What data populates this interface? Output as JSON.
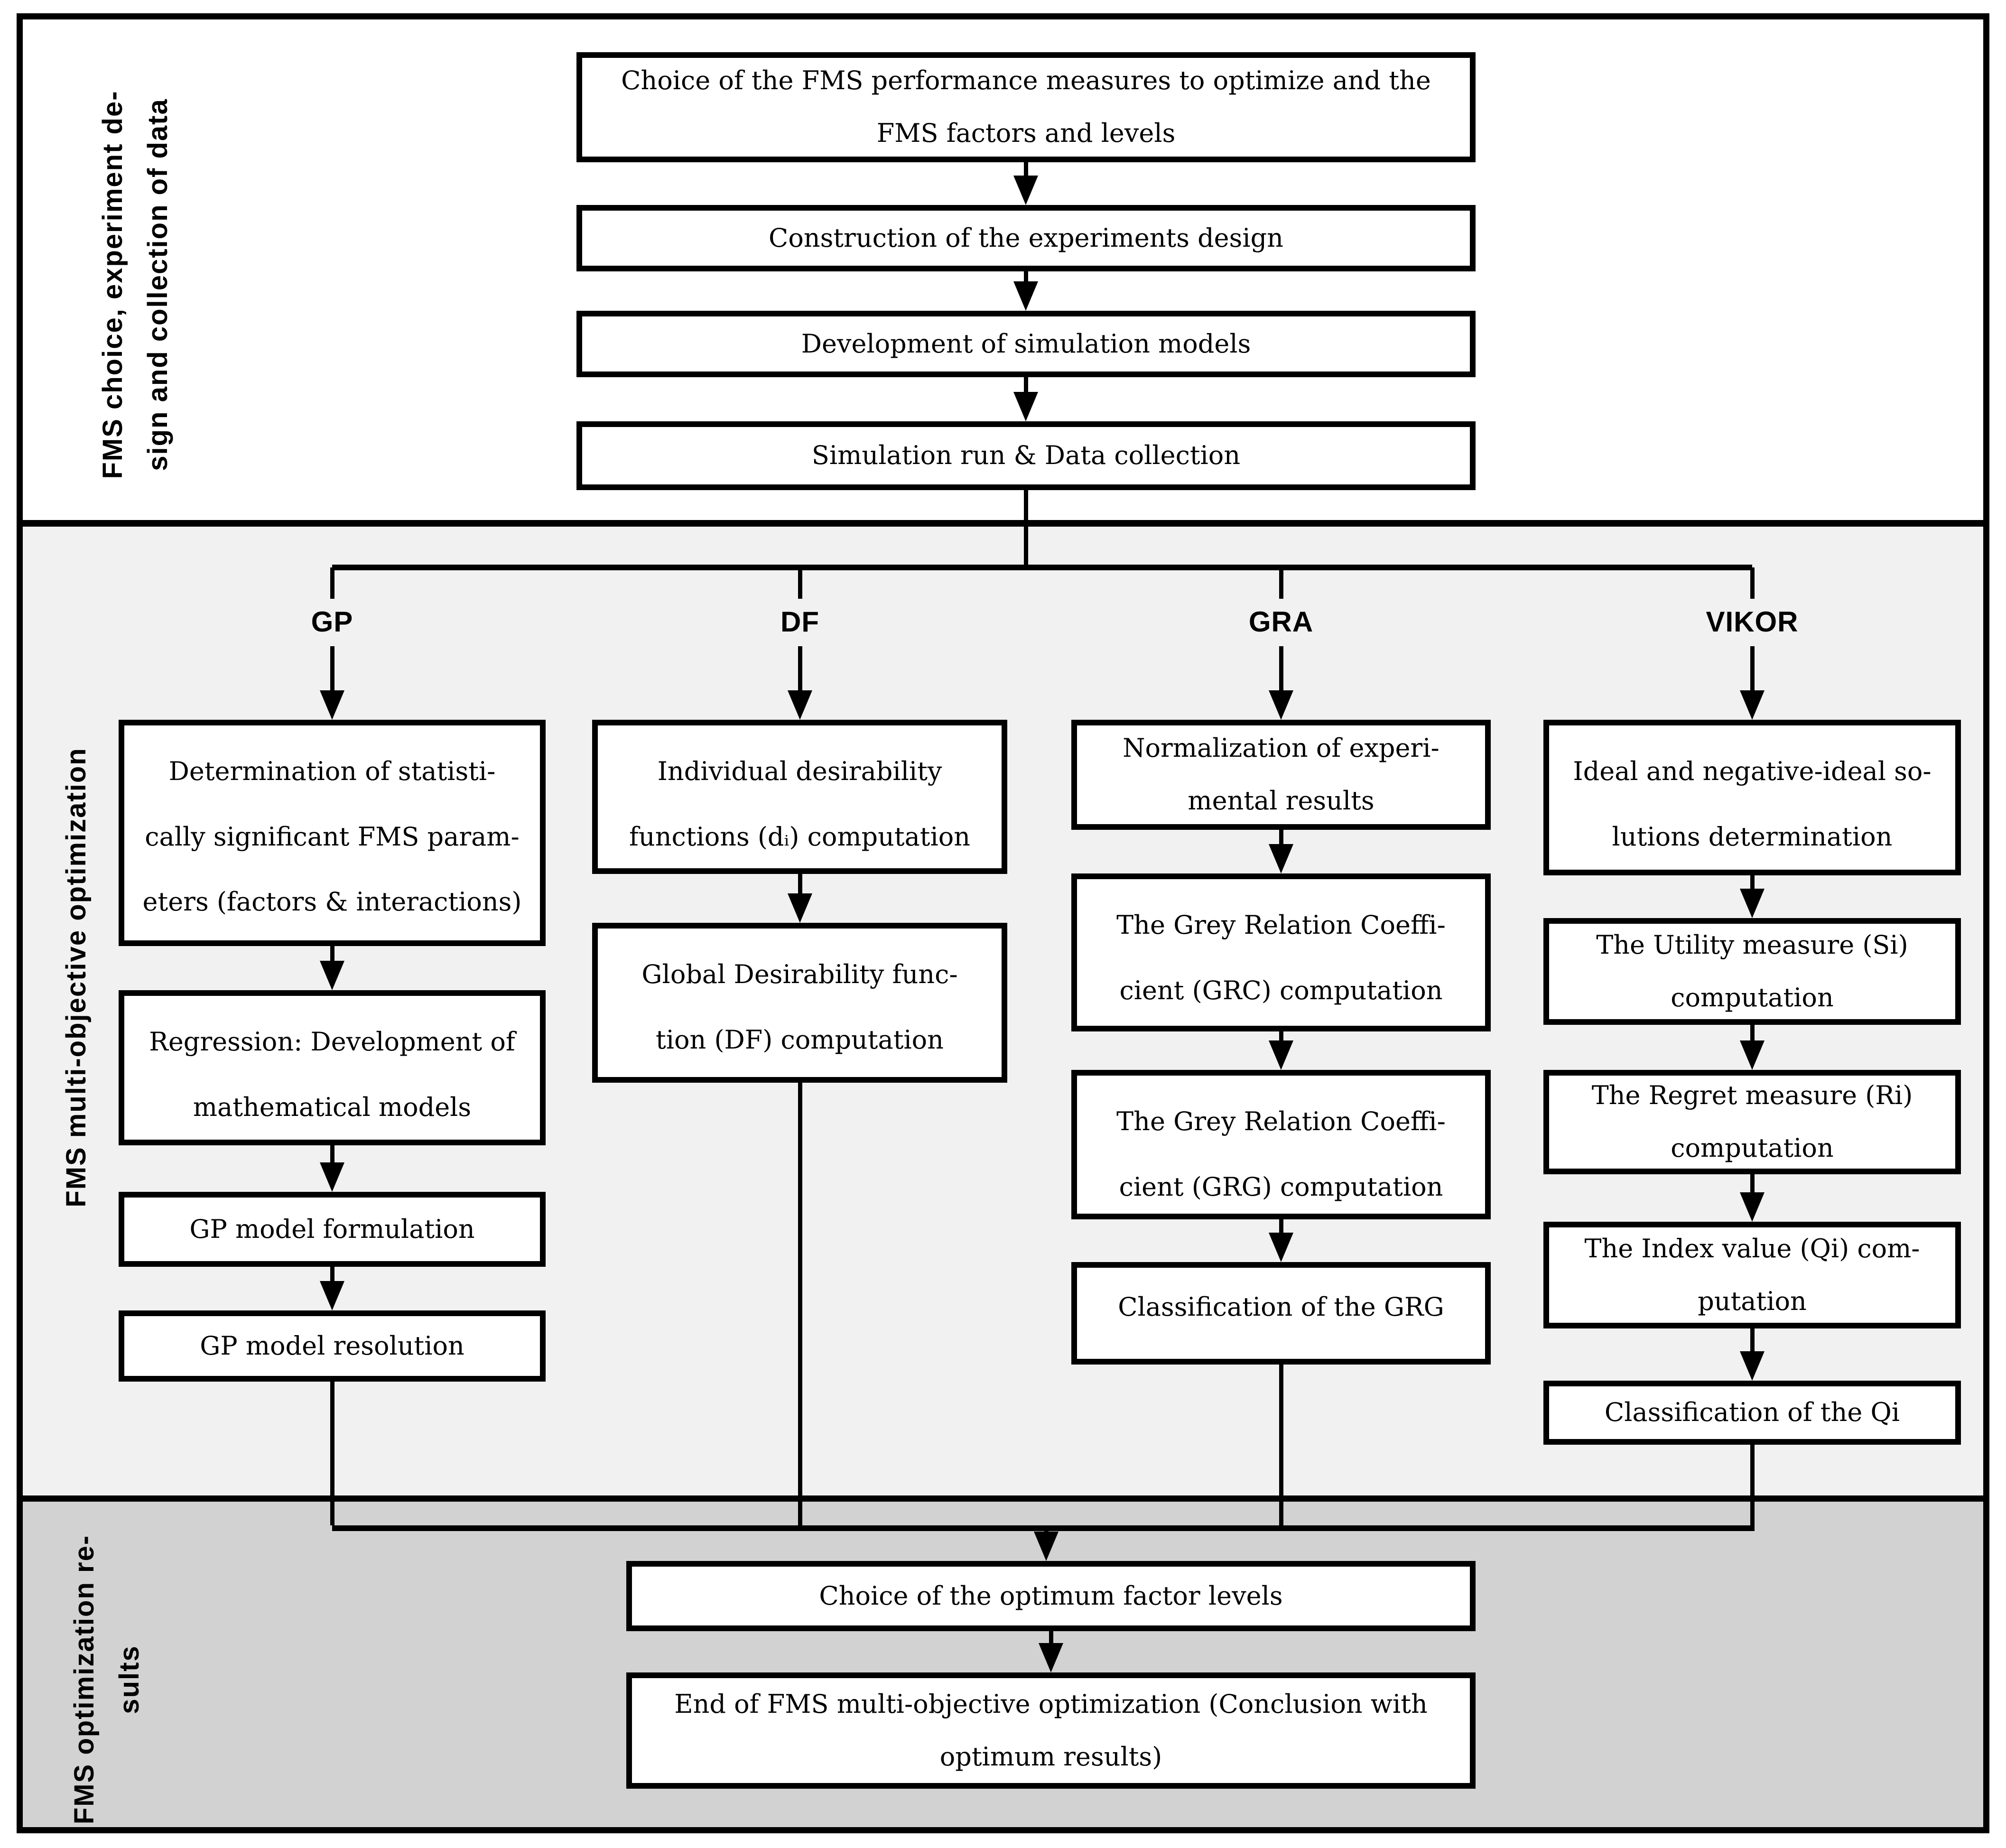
{
  "colors": {
    "band1_bg": "#ffffff",
    "band2_bg": "#f1f1f1",
    "band3_bg": "#d2d2d2",
    "box_bg": "#ffffff",
    "box_border": "#000000",
    "line": "#000000",
    "text": "#000000"
  },
  "sections": {
    "data_collection": {
      "label_lines": [
        "FMS choice, experiment de-",
        "sign and collection of data"
      ]
    },
    "optimization": {
      "label_lines": [
        "FMS multi-objective optimization"
      ]
    },
    "results": {
      "label_lines": [
        "FMS optimization re-",
        "sults"
      ]
    }
  },
  "top_flow": {
    "boxes": [
      {
        "lines": [
          "Choice of the FMS performance measures to optimize and the",
          "FMS factors and levels"
        ]
      },
      {
        "lines": [
          "Construction of the experiments design"
        ]
      },
      {
        "lines": [
          "Development of simulation models"
        ]
      },
      {
        "lines": [
          "Simulation run & Data collection"
        ]
      }
    ]
  },
  "methods": [
    {
      "header": "GP",
      "boxes": [
        {
          "lines": [
            "Determination of statisti-",
            "cally significant FMS param-",
            "eters (factors & interactions)"
          ]
        },
        {
          "lines": [
            "Regression: Development of",
            "mathematical models"
          ]
        },
        {
          "lines": [
            "GP model formulation"
          ]
        },
        {
          "lines": [
            "GP model resolution"
          ]
        }
      ]
    },
    {
      "header": "DF",
      "boxes": [
        {
          "lines": [
            "Individual desirability",
            "functions (dᵢ) computation"
          ]
        },
        {
          "lines": [
            "Global Desirability func-",
            "tion (DF) computation"
          ]
        }
      ]
    },
    {
      "header": "GRA",
      "boxes": [
        {
          "lines": [
            "Normalization of experi-",
            "mental results"
          ]
        },
        {
          "lines": [
            "The Grey Relation Coeffi-",
            "cient (GRC) computation"
          ]
        },
        {
          "lines": [
            "The Grey Relation Coeffi-",
            "cient (GRG) computation"
          ]
        },
        {
          "lines": [
            "Classification of the GRG"
          ]
        }
      ]
    },
    {
      "header": "VIKOR",
      "boxes": [
        {
          "lines": [
            "Ideal and negative-ideal so-",
            "lutions determination"
          ]
        },
        {
          "lines": [
            "The Utility measure (Si)",
            "computation"
          ]
        },
        {
          "lines": [
            "The Regret measure (Ri)",
            "computation"
          ]
        },
        {
          "lines": [
            "The Index value (Qi) com-",
            "putation"
          ]
        },
        {
          "lines": [
            "Classification of the Qi"
          ]
        }
      ]
    }
  ],
  "bottom_flow": {
    "boxes": [
      {
        "lines": [
          "Choice of the optimum factor levels"
        ]
      },
      {
        "lines": [
          "End of FMS multi-objective optimization (Conclusion with",
          "optimum results)"
        ]
      }
    ]
  }
}
